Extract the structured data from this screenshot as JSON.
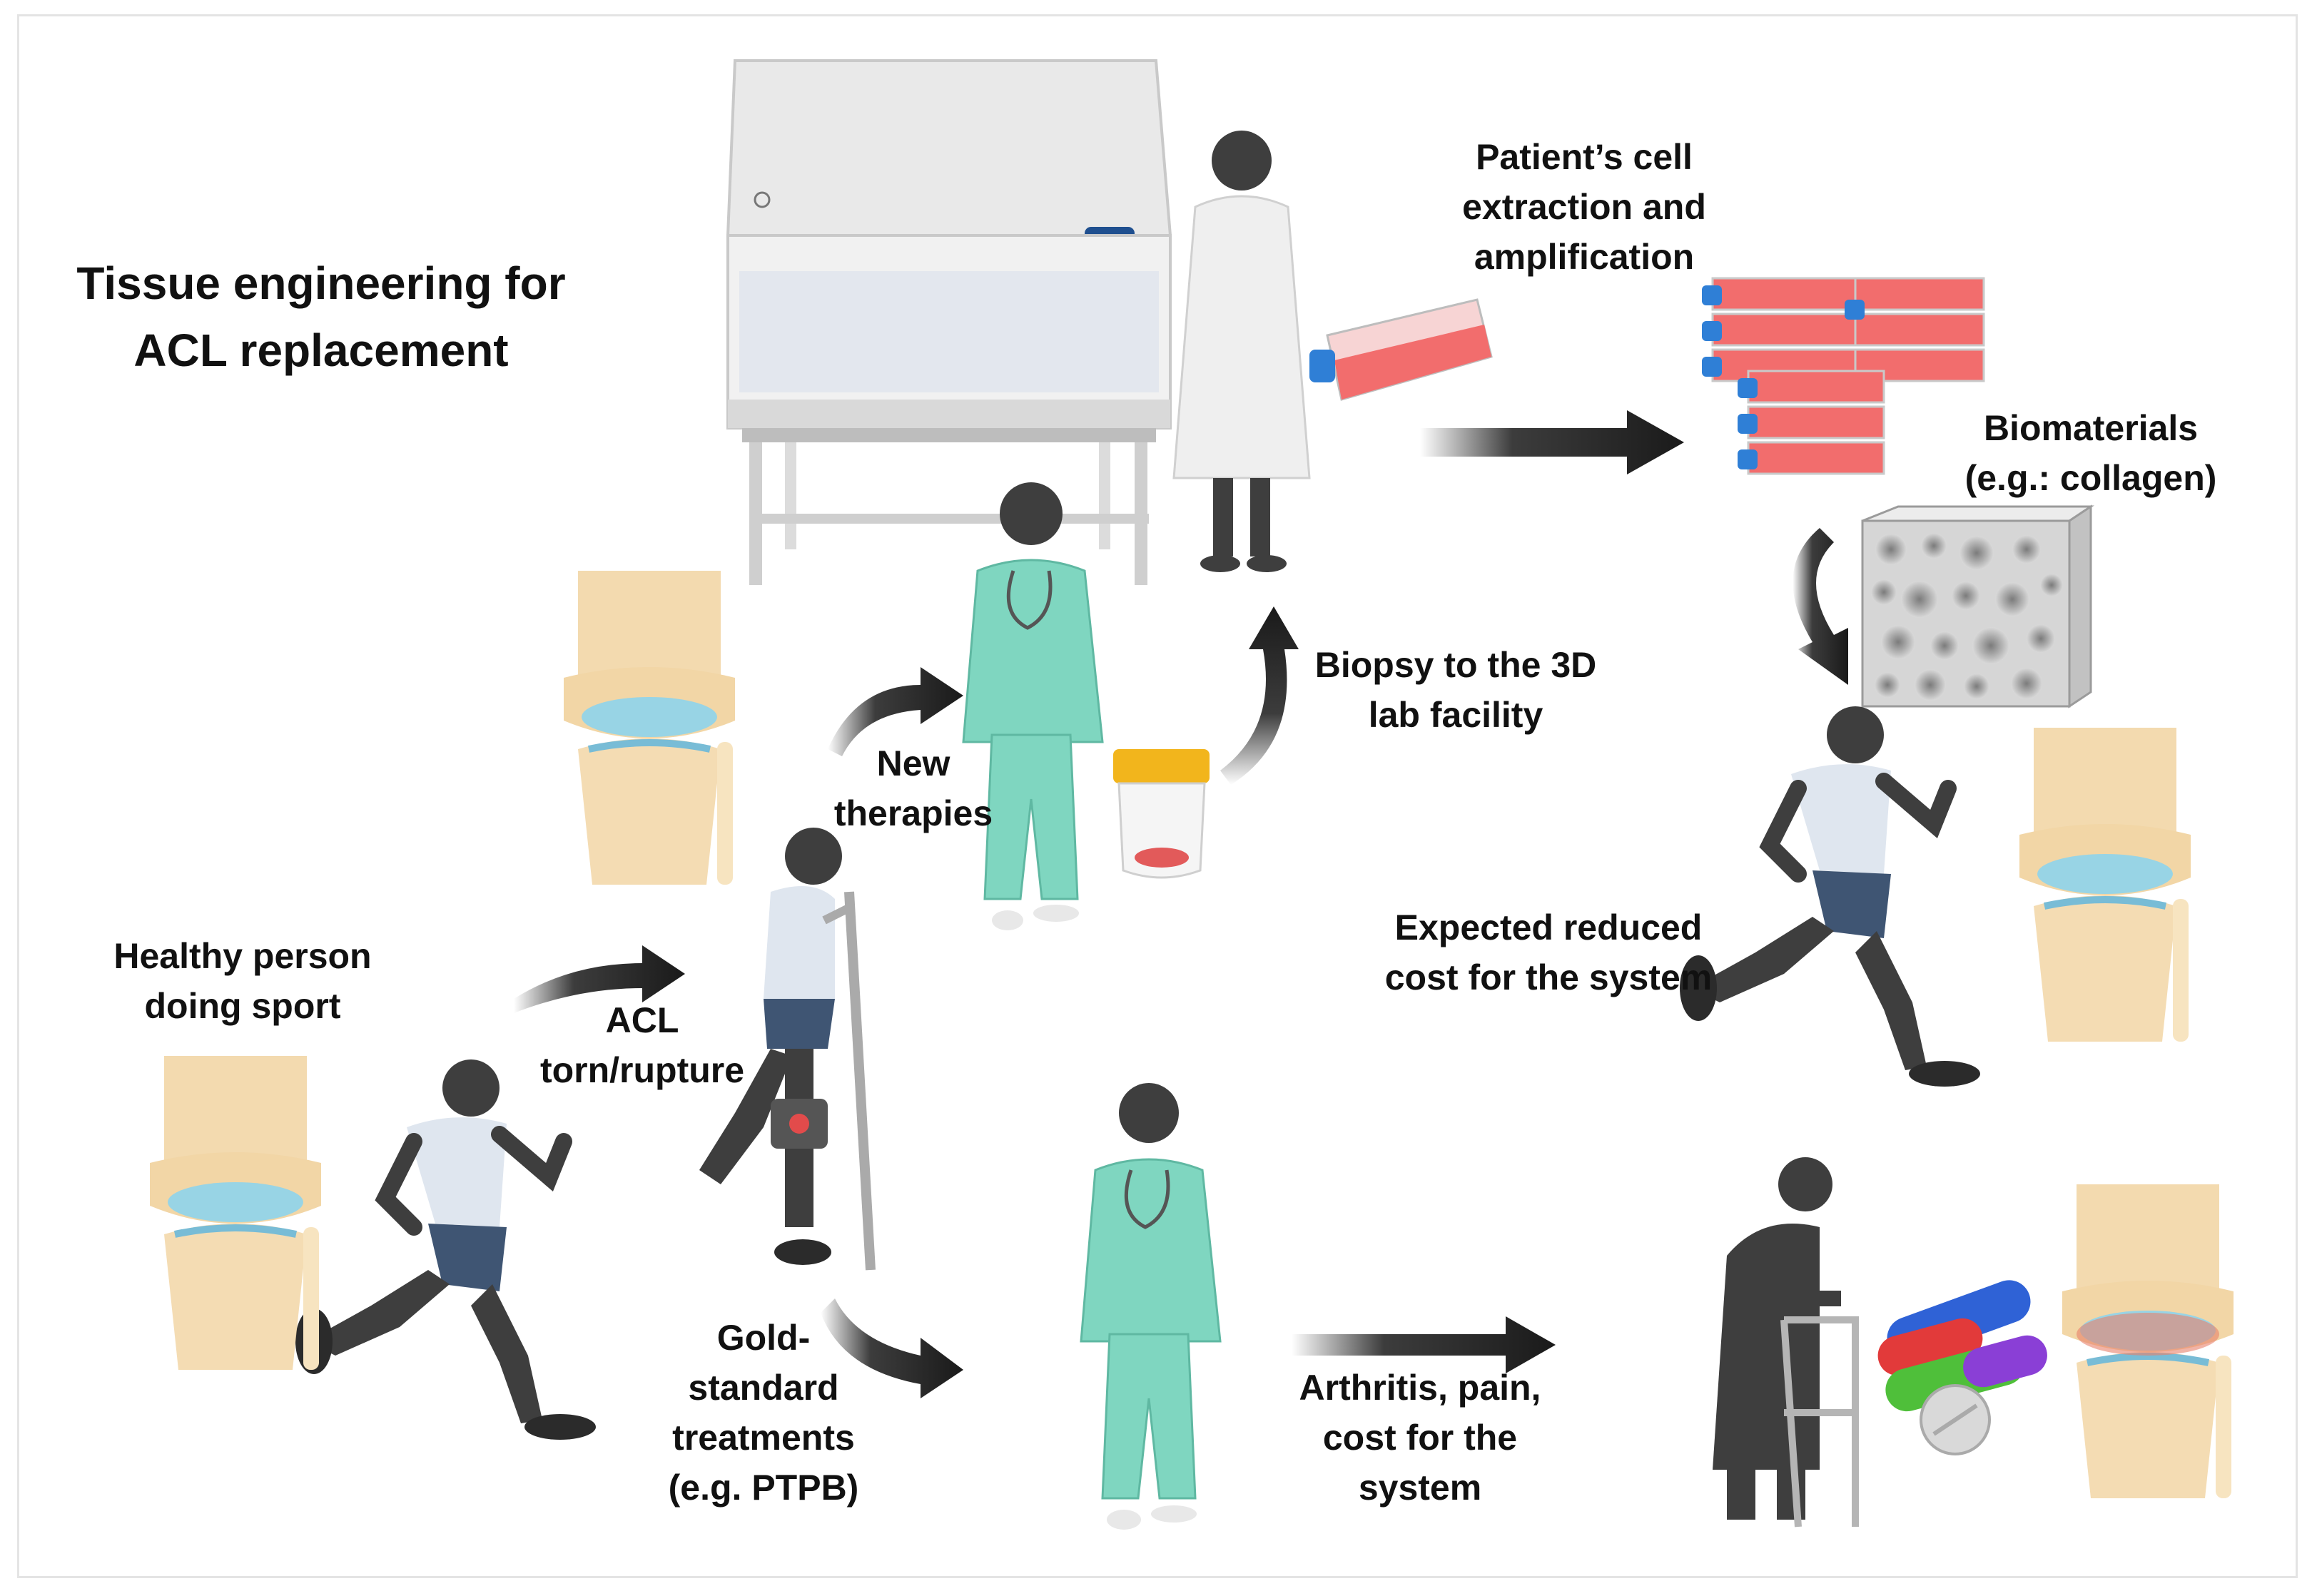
{
  "title": "Tissue engineering for\nACL replacement",
  "labels": {
    "patient_cells": "Patient’s cell\nextraction and\namplification",
    "biomaterials": "Biomaterials\n(e.g.: collagen)",
    "biopsy": "Biopsy to the 3D\nlab facility",
    "new_therapies": "New\ntherapies",
    "expected_cost": "Expected reduced\ncost for the system",
    "healthy_person": "Healthy person\ndoing sport",
    "acl_torn": "ACL\ntorn/rupture",
    "gold_standard": "Gold-\nstandard\ntreatments\n(e.g. PTPB)",
    "arthritis": "Arthritis, pain,\ncost for the\nsystem"
  },
  "colors": {
    "skin": "#3e3e3e",
    "scrubs": "#7fd6c0",
    "lab_coat": "#efefef",
    "culture_media": "#f26d6d",
    "flask_cap": "#2f7fd6",
    "arrow": "#1a1a1a",
    "bone": "#f2d6a6",
    "cartilage": "#8ed4ec"
  },
  "icons": [
    "biosafety-cabinet-icon",
    "scientist-icon",
    "culture-flask-icon",
    "flask-stack-icon",
    "collagen-scaffold-icon",
    "surgeon-icon",
    "biopsy-jar-icon",
    "runner-icon",
    "injured-person-icon",
    "knee-joint-icon",
    "elderly-walker-icon",
    "pills-icon"
  ]
}
